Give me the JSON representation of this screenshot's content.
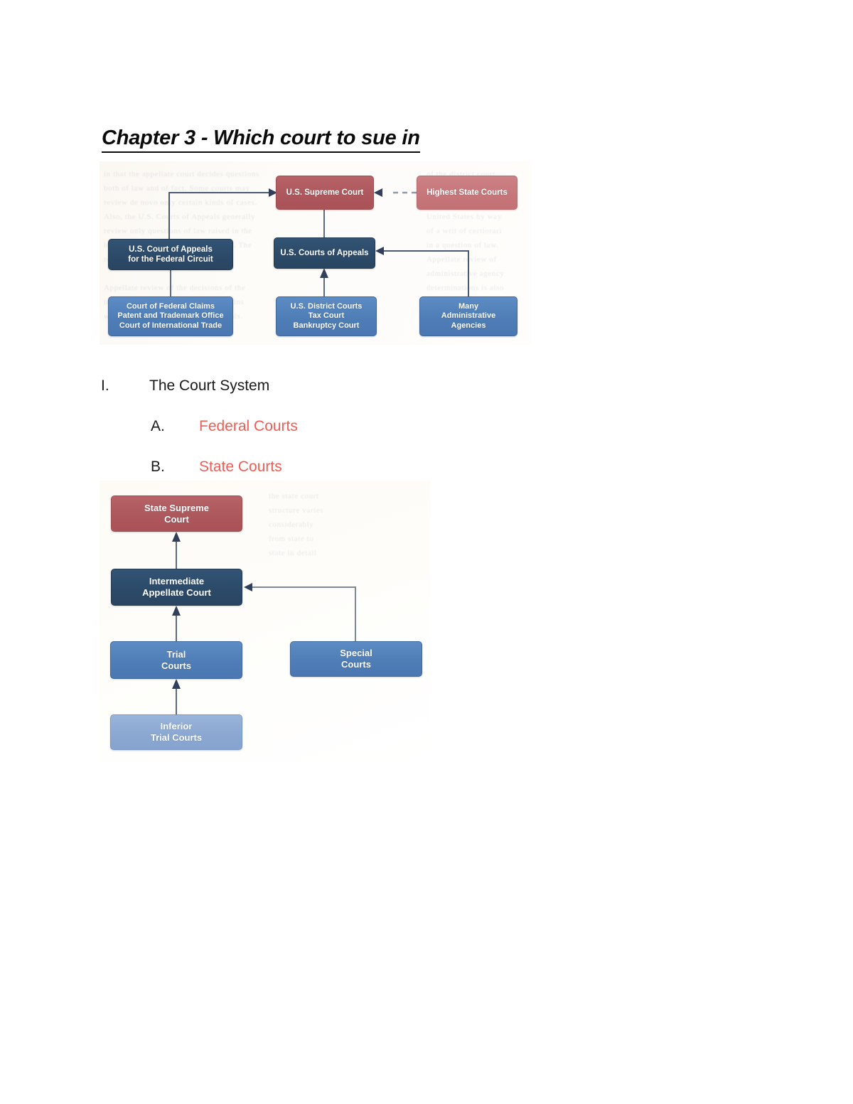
{
  "document": {
    "title": "Chapter 3 - Which court to sue in",
    "accent_red": "#ef5d55",
    "text_color": "#1a1a1a"
  },
  "federal_diagram": {
    "name": "federal-court-system-chart",
    "colors": {
      "supreme": "#ad585d",
      "state_supreme": "#c6777b",
      "appeals": "#2c4a69",
      "trial": "#4f7db6"
    },
    "nodes": {
      "us_supreme_court": "U.S. Supreme Court",
      "highest_state_courts": "Highest State Courts",
      "federal_circuit_line1": "U.S. Court of Appeals",
      "federal_circuit_line2": "for the Federal Circuit",
      "us_courts_of_appeals": "U.S. Courts of Appeals",
      "federal_claims_line1": "Court of Federal Claims",
      "federal_claims_line2": "Patent and Trademark Office",
      "federal_claims_line3": "Court of International Trade",
      "district_courts_line1": "U.S. District Courts",
      "district_courts_line2": "Tax Court",
      "district_courts_line3": "Bankruptcy Court",
      "agencies_line1": "Many",
      "agencies_line2": "Administrative",
      "agencies_line3": "Agencies"
    }
  },
  "outline": {
    "roman": {
      "marker": "I.",
      "label": "The Court System"
    },
    "items": [
      {
        "marker": "A.",
        "label": "Federal Courts"
      },
      {
        "marker": "B.",
        "label": "State Courts"
      }
    ]
  },
  "state_diagram": {
    "name": "state-court-system-chart",
    "colors": {
      "supreme": "#ad585d",
      "appellate": "#2c4a69",
      "trial": "#4f7db6",
      "inferior": "#8ba8d2"
    },
    "nodes": {
      "state_supreme_line1": "State Supreme",
      "state_supreme_line2": "Court",
      "appellate_line1": "Intermediate",
      "appellate_line2": "Appellate Court",
      "trial_line1": "Trial",
      "trial_line2": "Courts",
      "special_line1": "Special",
      "special_line2": "Courts",
      "inferior_line1": "Inferior",
      "inferior_line2": "Trial Courts"
    }
  }
}
